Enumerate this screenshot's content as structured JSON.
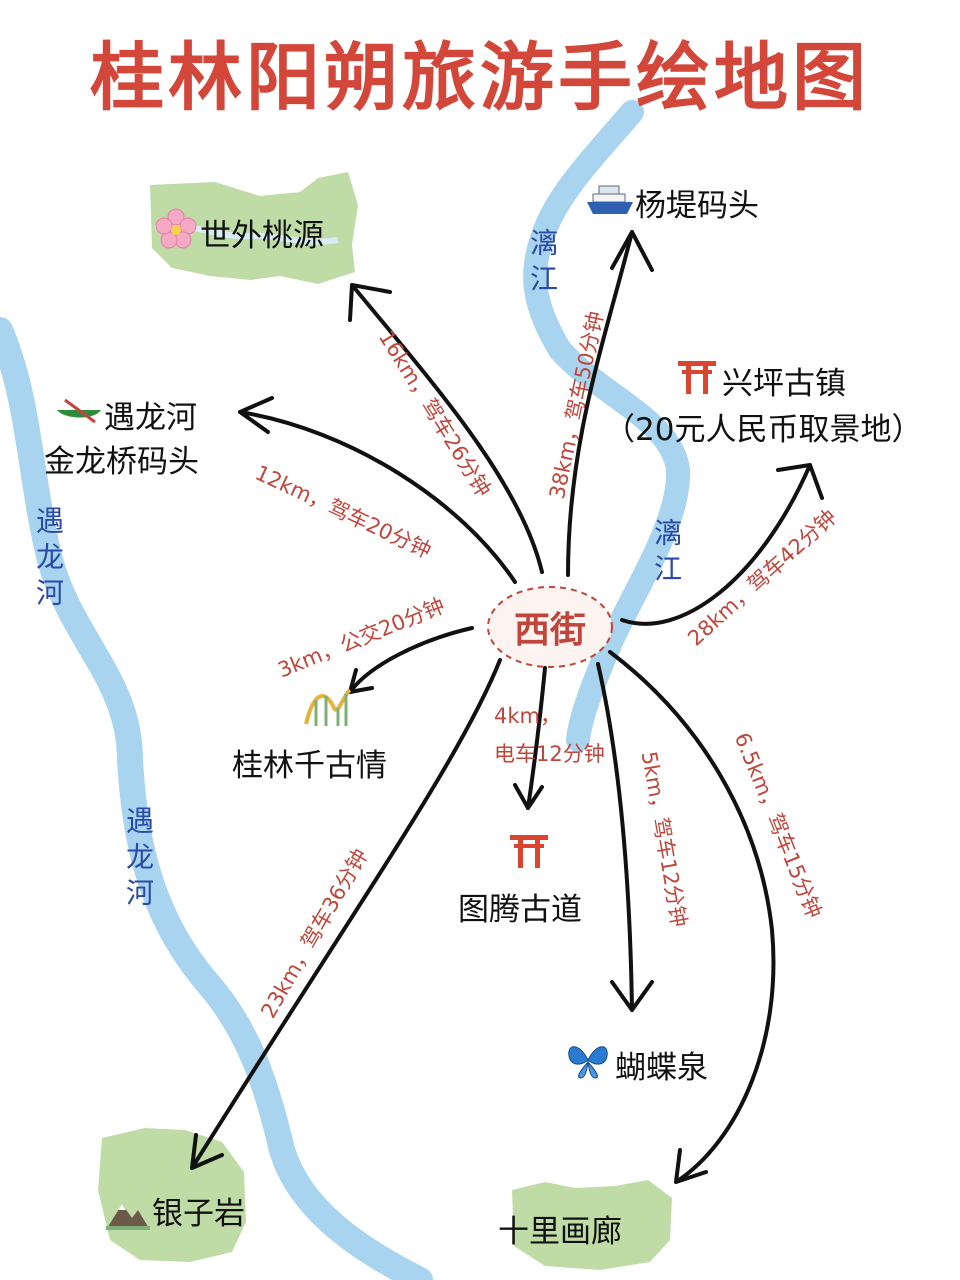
{
  "title": "桂林阳朔旅游手绘地图",
  "center": {
    "label": "西街"
  },
  "places": {
    "shiwai": "世外桃源",
    "yangdi": "杨堤码头",
    "xingping_1": "兴坪古镇",
    "xingping_2": "（20元人民币取景地）",
    "yulong_1": "遇龙河",
    "yulong_2": "金龙桥码头",
    "qiangu": "桂林千古情",
    "tuteng": "图腾古道",
    "hudie": "蝴蝶泉",
    "yinzi": "银子岩",
    "shili": "十里画廊"
  },
  "routes": {
    "shiwai": "16km，驾车26分钟",
    "yangdi": "38km，驾车50分钟",
    "xingping": "28km，驾车42分钟",
    "yulong": "12km，驾车20分钟",
    "qiangu": "3km，公交20分钟",
    "tuteng_1": "4km，",
    "tuteng_2": "电车12分钟",
    "hudie": "5km，驾车12分钟",
    "shili": "6.5km，驾车15分钟",
    "yinzi": "23km，驾车36分钟"
  },
  "rivers": {
    "lijiang_north": "漓江",
    "lijiang_mid": "漓江",
    "yulong_upper": "遇龙河",
    "yulong_lower": "遇龙河"
  },
  "icons": {
    "shiwai": "cherry-blossom-icon",
    "yangdi": "ship-icon",
    "xingping": "torii-gate-icon",
    "yulong": "canoe-icon",
    "qiangu": "roller-coaster-icon",
    "tuteng": "torii-gate-icon",
    "hudie": "butterfly-icon",
    "yinzi": "mountain-icon"
  },
  "colors": {
    "title": "#d3473a",
    "river": "#a8d4ef",
    "land": "#bfdca6",
    "route_text": "#c0453a",
    "river_text": "#2b4aa6",
    "arrow": "#111111"
  }
}
